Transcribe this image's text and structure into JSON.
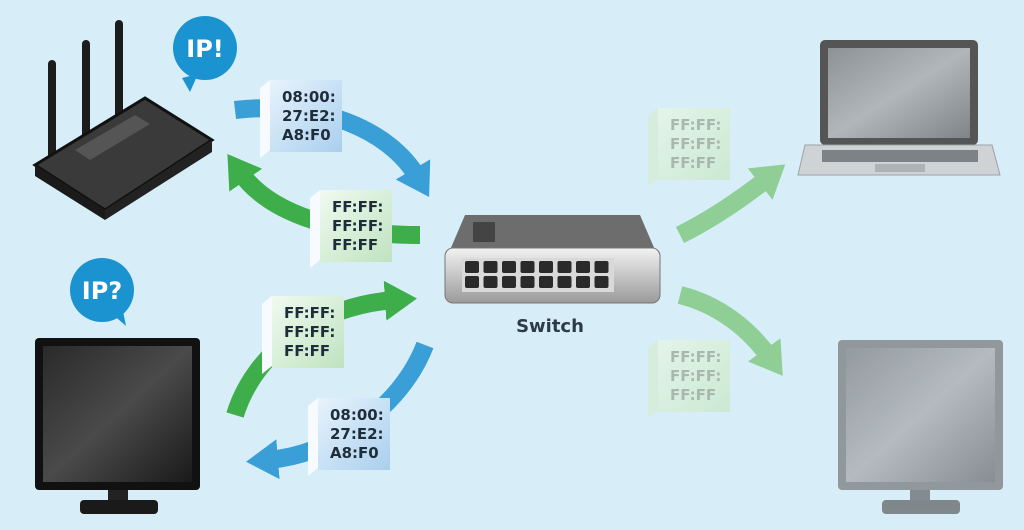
{
  "colors": {
    "background": "#d7eef9",
    "blue_arrow": "#3a9fd6",
    "green_arrow": "#3dae4a",
    "faded_green": "#8fce95",
    "bubble": "#1b93d1"
  },
  "bubbles": {
    "router": "IP!",
    "computer": "IP?"
  },
  "switch": {
    "label": "Switch"
  },
  "packets": [
    {
      "lines": [
        "08:00:",
        "27:E2:",
        "A8:F0"
      ],
      "kind": "unicast"
    },
    {
      "lines": [
        "FF:FF:",
        "FF:FF:",
        "FF:FF"
      ],
      "kind": "broadcast"
    },
    {
      "lines": [
        "FF:FF:",
        "FF:FF:",
        "FF:FF"
      ],
      "kind": "broadcast"
    },
    {
      "lines": [
        "08:00:",
        "27:E2:",
        "A8:F0"
      ],
      "kind": "unicast"
    },
    {
      "lines": [
        "FF:FF:",
        "FF:FF:",
        "FF:FF"
      ],
      "kind": "broadcast"
    },
    {
      "lines": [
        "FF:FF:",
        "FF:FF:",
        "FF:FF"
      ],
      "kind": "broadcast"
    }
  ]
}
